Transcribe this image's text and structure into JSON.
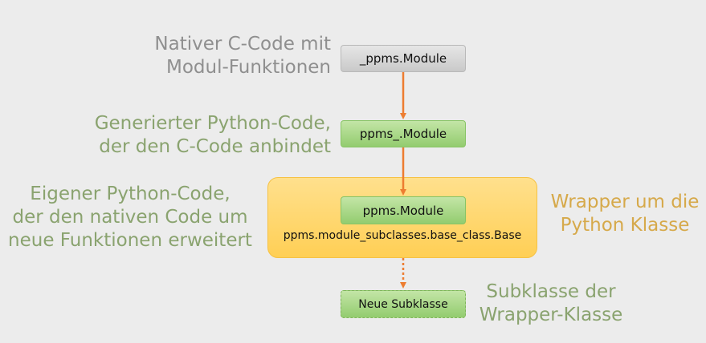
{
  "labels": {
    "native": [
      "Nativer C-Code mit",
      "Modul-Funktionen"
    ],
    "generated": [
      "Generierter Python-Code,",
      "der den C-Code anbindet"
    ],
    "own": [
      "Eigener Python-Code,",
      "der den nativen Code um",
      "neue Funktionen erweitert"
    ],
    "wrapper": [
      "Wrapper um die",
      "Python Klasse"
    ],
    "subclass": [
      "Subklasse der",
      "Wrapper-Klasse"
    ]
  },
  "nodes": {
    "native": "_ppms.Module",
    "generated": "ppms_.Module",
    "module": "ppms.Module",
    "base_class": "ppms.module_subclasses.base_class.Base",
    "subclass": "Neue Subklasse"
  },
  "colors": {
    "background": "#ececec",
    "arrow": "#ed7d31",
    "gray_text": "#8f8f8f",
    "green_text": "#8aa36f",
    "gold_text": "#d6a94a",
    "green_node": "#a9d88b",
    "gray_node": "#d9d9d9",
    "wrapper_box": "#ffd966"
  }
}
